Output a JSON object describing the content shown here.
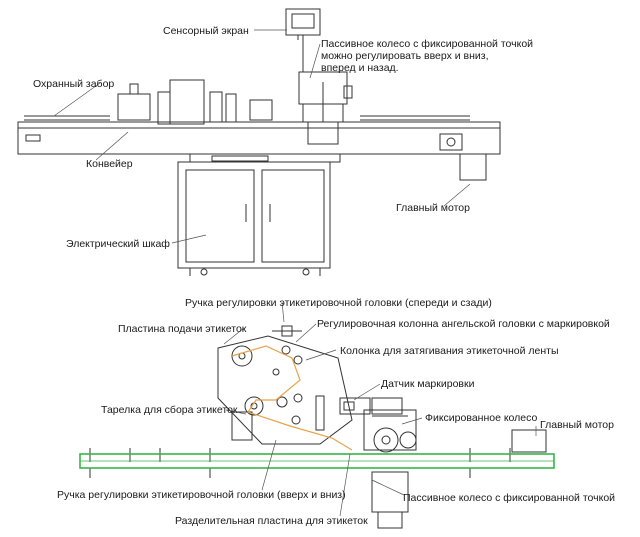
{
  "top_labels": {
    "touch_screen": "Сенсорный экран",
    "passive_wheel_1": "Пассивное колесо с фиксированной точкой",
    "passive_wheel_2": "можно регулировать вверх и вниз,",
    "passive_wheel_3": "вперед и назад.",
    "guard_rail": "Охранный забор",
    "conveyor": "Конвейер",
    "main_motor": "Главный мотор",
    "electrical_cabinet": "Электрический шкаф"
  },
  "bottom_labels": {
    "head_adjust_front_back": "Ручка регулировки этикетировочной головки (спереди и сзади)",
    "label_feed_plate": "Пластина подачи этикеток",
    "angel_head_column": "Регулировочная колонна ангельской головки с маркировкой",
    "tension_column": "Колонка для затягивания этикеточной ленты",
    "mark_sensor": "Датчик маркировки",
    "collection_tray": "Тарелка для сбора этикеток",
    "fixed_wheel": "Фиксированное колесо",
    "main_motor": "Главный мотор",
    "head_adjust_up_down": "Ручка регулировки этикетировочной головки (вверх и вниз)",
    "passive_wheel_fixed": "Пассивное колесо с фиксированной точкой",
    "separator_plate": "Разделительная пластина для этикеток"
  },
  "colors": {
    "line": "#333333",
    "conveyor_green": "#39b54a",
    "label_path_orange": "#e8a24a"
  }
}
